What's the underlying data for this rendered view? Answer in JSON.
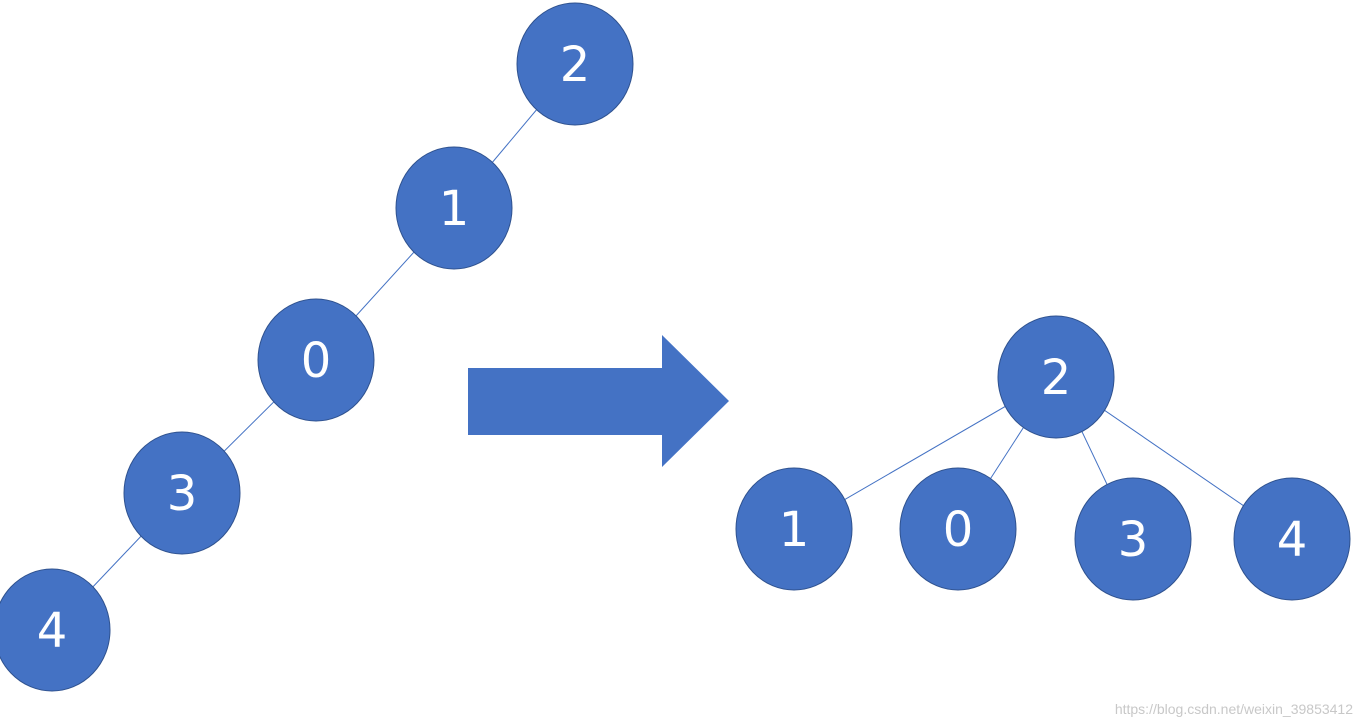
{
  "colors": {
    "node_fill": "#4472c4",
    "node_stroke": "#2f528f",
    "edge": "#4472c4",
    "arrow": "#4472c4",
    "label": "#ffffff",
    "watermark": "#c8c8c8"
  },
  "before_tree": {
    "nodes": [
      {
        "id": "b2",
        "label": "2"
      },
      {
        "id": "b1",
        "label": "1"
      },
      {
        "id": "b0",
        "label": "0"
      },
      {
        "id": "b3",
        "label": "3"
      },
      {
        "id": "b4",
        "label": "4"
      }
    ],
    "edges": [
      [
        "b2",
        "b1"
      ],
      [
        "b1",
        "b0"
      ],
      [
        "b0",
        "b3"
      ],
      [
        "b3",
        "b4"
      ]
    ]
  },
  "after_tree": {
    "nodes": [
      {
        "id": "a2",
        "label": "2"
      },
      {
        "id": "a1",
        "label": "1"
      },
      {
        "id": "a0",
        "label": "0"
      },
      {
        "id": "a3",
        "label": "3"
      },
      {
        "id": "a4",
        "label": "4"
      }
    ],
    "edges": [
      [
        "a2",
        "a1"
      ],
      [
        "a2",
        "a0"
      ],
      [
        "a2",
        "a3"
      ],
      [
        "a2",
        "a4"
      ]
    ]
  },
  "watermark": "https://blog.csdn.net/weixin_39853412"
}
